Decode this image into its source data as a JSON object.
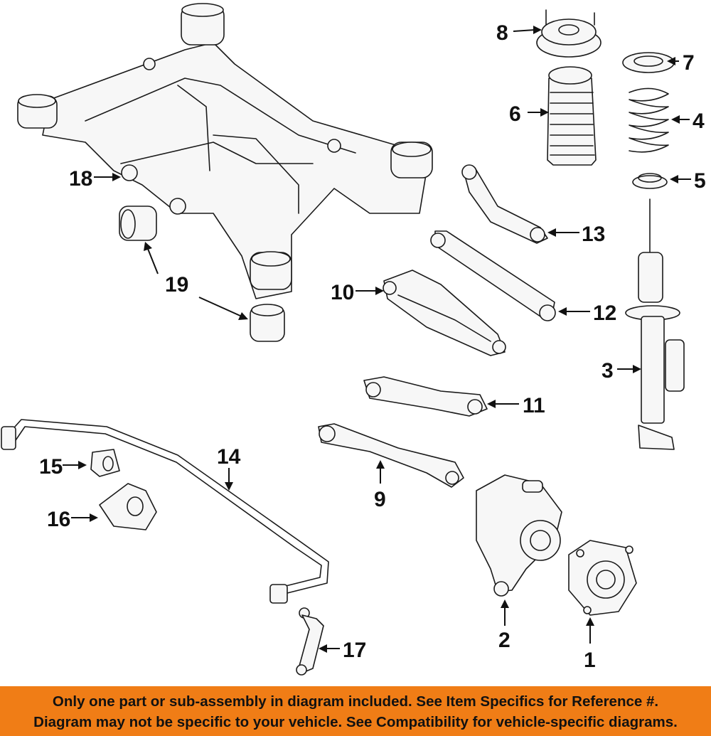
{
  "callouts": {
    "c1": "1",
    "c2": "2",
    "c3": "3",
    "c4": "4",
    "c5": "5",
    "c6": "6",
    "c7": "7",
    "c8": "8",
    "c9": "9",
    "c10": "10",
    "c11": "11",
    "c12": "12",
    "c13": "13",
    "c14": "14",
    "c15": "15",
    "c16": "16",
    "c17": "17",
    "c18": "18",
    "c19": "19"
  },
  "footer": {
    "line1": "Only one part or sub-assembly in diagram included. See Item Specifics for Reference #.",
    "line2": "Diagram may not be specific to your vehicle. See Compatibility for vehicle-specific diagrams."
  },
  "colors": {
    "banner": "#f07d16",
    "ink": "#111111"
  }
}
